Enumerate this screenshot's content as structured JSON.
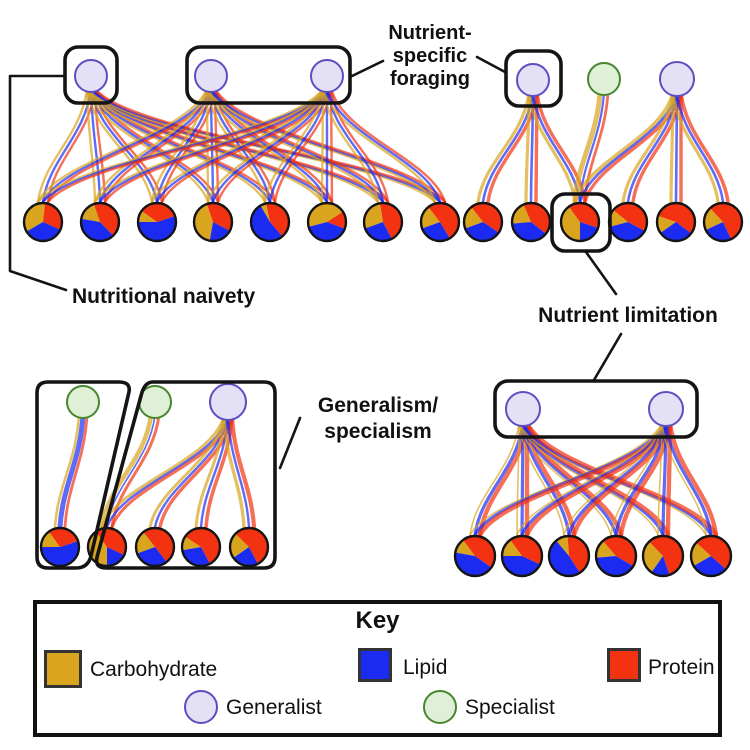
{
  "colors": {
    "carbohydrate": "#D9A51F",
    "lipid": "#1B2BF2",
    "protein": "#F23210",
    "generalist_fill": "#E4E1F7",
    "generalist_stroke": "#5B4FC0",
    "specialist_fill": "#DFF0D6",
    "specialist_stroke": "#45862E",
    "outline": "#141414"
  },
  "annotations": {
    "nutrient_specific_foraging": [
      "Nutrient-",
      "specific",
      "foraging"
    ],
    "nutritional_naivety": "Nutritional naivety",
    "nutrient_limitation": "Nutrient limitation",
    "generalism_specialism": [
      "Generalism/",
      "specialism"
    ]
  },
  "key": {
    "title": "Key",
    "nutrients": [
      {
        "label": "Carbohydrate",
        "color": "#D9A51F"
      },
      {
        "label": "Lipid",
        "color": "#1B2BF2"
      },
      {
        "label": "Protein",
        "color": "#F23210"
      }
    ],
    "consumer_types": [
      {
        "label": "Generalist",
        "fill": "#E4E1F7",
        "stroke": "#5B4FC0"
      },
      {
        "label": "Specialist",
        "fill": "#DFF0D6",
        "stroke": "#45862E"
      }
    ]
  },
  "panels": [
    {
      "id": "nutritional-naivety",
      "consumers": [
        {
          "type": "generalist"
        },
        {
          "type": "generalist"
        },
        {
          "type": "generalist"
        }
      ],
      "resources": [
        {
          "carbohydrate": 0.35,
          "protein": 0.3,
          "lipid": 0.35,
          "start": 240
        },
        {
          "carbohydrate": 0.17,
          "protein": 0.43,
          "lipid": 0.4,
          "start": 280
        },
        {
          "carbohydrate": 0.1,
          "protein": 0.35,
          "lipid": 0.55,
          "start": 270
        },
        {
          "carbohydrate": 0.42,
          "protein": 0.38,
          "lipid": 0.2,
          "start": 190
        },
        {
          "carbohydrate": 0.05,
          "protein": 0.42,
          "lipid": 0.53,
          "start": 330
        },
        {
          "carbohydrate": 0.45,
          "protein": 0.15,
          "lipid": 0.4,
          "start": 255
        },
        {
          "carbohydrate": 0.28,
          "protein": 0.45,
          "lipid": 0.27,
          "start": 250
        },
        {
          "carbohydrate": 0.2,
          "protein": 0.52,
          "lipid": 0.28,
          "start": 250
        }
      ],
      "edges": "complete",
      "edge_widths": [
        2.4,
        2.4,
        2.4
      ]
    },
    {
      "id": "nutrient-specific-foraging",
      "consumers": [
        {
          "type": "generalist"
        },
        {
          "type": "specialist"
        },
        {
          "type": "generalist"
        }
      ],
      "resources": [
        {
          "carbohydrate": 0.2,
          "protein": 0.45,
          "lipid": 0.35,
          "start": 250
        },
        {
          "carbohydrate": 0.2,
          "protein": 0.42,
          "lipid": 0.38,
          "start": 265
        },
        {
          "carbohydrate": 0.4,
          "protein": 0.4,
          "lipid": 0.2,
          "start": 180
        },
        {
          "carbohydrate": 0.15,
          "protein": 0.47,
          "lipid": 0.38,
          "start": 255
        },
        {
          "carbohydrate": 0.15,
          "protein": 0.55,
          "lipid": 0.3,
          "start": 235
        },
        {
          "carbohydrate": 0.2,
          "protein": 0.55,
          "lipid": 0.25,
          "start": 245
        }
      ],
      "edges": [
        [
          0,
          0,
          [
            3.2,
            2.6,
            3.4
          ]
        ],
        [
          0,
          1,
          [
            3.2,
            2.6,
            3.4
          ]
        ],
        [
          0,
          2,
          [
            3.2,
            2.6,
            3.4
          ]
        ],
        [
          1,
          2,
          [
            5.0,
            2.2,
            2.8
          ]
        ],
        [
          2,
          2,
          [
            3.6,
            2.6,
            3.2
          ]
        ],
        [
          2,
          3,
          [
            3.2,
            2.6,
            3.4
          ]
        ],
        [
          2,
          4,
          [
            3.2,
            2.6,
            3.4
          ]
        ],
        [
          2,
          5,
          [
            3.2,
            2.6,
            3.6
          ]
        ]
      ]
    },
    {
      "id": "generalism-specialism",
      "consumers": [
        {
          "type": "specialist"
        },
        {
          "type": "specialist"
        },
        {
          "type": "generalist"
        }
      ],
      "resources": [
        {
          "carbohydrate": 0.15,
          "protein": 0.3,
          "lipid": 0.55,
          "start": 270
        },
        {
          "carbohydrate": 0.4,
          "protein": 0.42,
          "lipid": 0.18,
          "start": 180
        },
        {
          "carbohydrate": 0.2,
          "protein": 0.5,
          "lipid": 0.3,
          "start": 250
        },
        {
          "carbohydrate": 0.12,
          "protein": 0.58,
          "lipid": 0.3,
          "start": 260
        },
        {
          "carbohydrate": 0.22,
          "protein": 0.55,
          "lipid": 0.23,
          "start": 235
        }
      ],
      "edges": [
        [
          0,
          0,
          [
            2.6,
            5.0,
            2.8
          ]
        ],
        [
          1,
          1,
          [
            4.6,
            1.6,
            3.0
          ]
        ],
        [
          2,
          1,
          [
            3.0,
            2.4,
            3.0
          ]
        ],
        [
          2,
          2,
          [
            3.0,
            2.4,
            3.4
          ]
        ],
        [
          2,
          3,
          [
            3.0,
            2.4,
            3.6
          ]
        ],
        [
          2,
          4,
          [
            3.4,
            2.4,
            4.2
          ]
        ]
      ]
    },
    {
      "id": "nutrient-limitation",
      "consumers": [
        {
          "type": "generalist"
        },
        {
          "type": "generalist"
        }
      ],
      "resources": [
        {
          "carbohydrate": 0.12,
          "protein": 0.45,
          "lipid": 0.43,
          "start": 280
        },
        {
          "carbohydrate": 0.15,
          "protein": 0.42,
          "lipid": 0.43,
          "start": 270
        },
        {
          "carbohydrate": 0.1,
          "protein": 0.42,
          "lipid": 0.48,
          "start": 320
        },
        {
          "carbohydrate": 0.15,
          "protein": 0.45,
          "lipid": 0.4,
          "start": 265
        },
        {
          "carbohydrate": 0.28,
          "protein": 0.57,
          "lipid": 0.15,
          "start": 215
        },
        {
          "carbohydrate": 0.2,
          "protein": 0.5,
          "lipid": 0.3,
          "start": 240
        }
      ],
      "edges": "complete",
      "edge_widths": [
        1.6,
        3.2,
        4.4
      ]
    }
  ]
}
